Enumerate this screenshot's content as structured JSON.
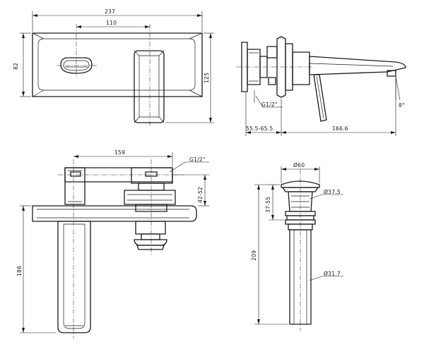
{
  "dimensions": {
    "front_width": "237",
    "front_hole_spacing": "110",
    "front_plate_height": "82",
    "front_total_height": "125",
    "side_thread": "G1/2\"",
    "side_wall_depth": "55.5-65.5",
    "side_spout_reach": "166.6",
    "side_spout_angle": "8°",
    "top_body_length": "159",
    "top_thread": "G1/2\"",
    "top_depth_range": "42-52",
    "top_spout_length": "186",
    "drain_top_diameter": "Ø60",
    "drain_height_range": "37-55",
    "drain_body_diameter": "Ø37.5",
    "drain_total_height": "209",
    "drain_pipe_diameter": "Ø31.7"
  }
}
